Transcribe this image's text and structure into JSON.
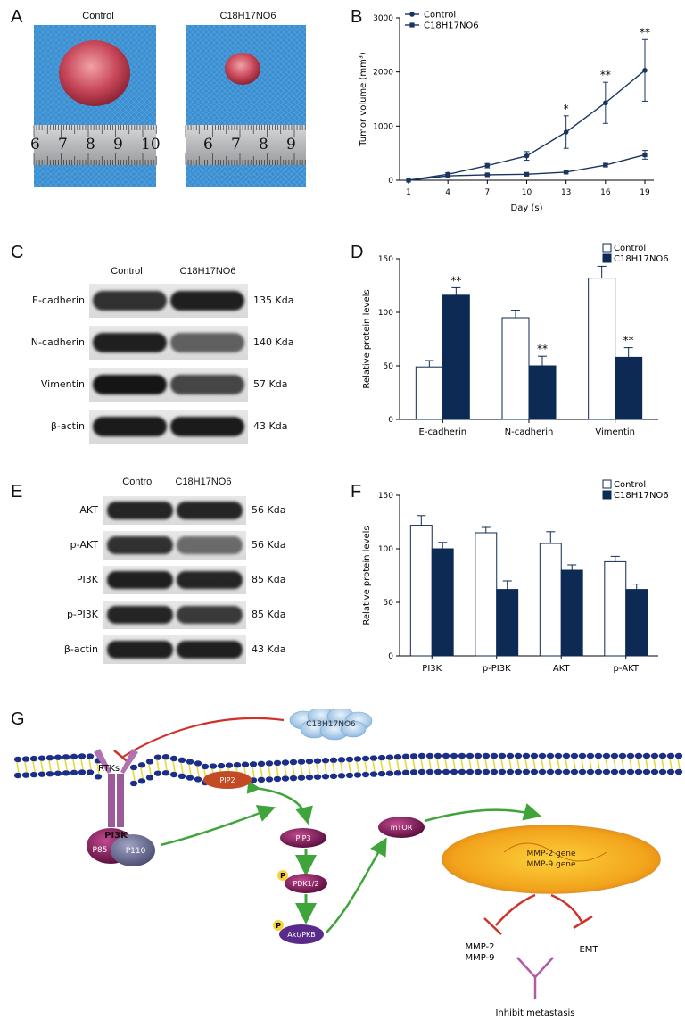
{
  "panels": {
    "A": "A",
    "B": "B",
    "C": "C",
    "D": "D",
    "E": "E",
    "F": "F",
    "G": "G"
  },
  "panelA": {
    "left_label": "Control",
    "right_label": "C18H17NO6",
    "ruler_left": [
      "6",
      "7",
      "8",
      "9",
      "10"
    ],
    "ruler_right": [
      "6",
      "7",
      "8",
      "9"
    ]
  },
  "chart_data": [
    {
      "id": "B",
      "type": "line",
      "xlabel": "Day (s)",
      "ylabel": "Tumor volume (mm³)",
      "x": [
        1,
        4,
        7,
        10,
        13,
        16,
        19
      ],
      "xlim": [
        1,
        19
      ],
      "ylim": [
        0,
        3000
      ],
      "yticks": [
        0,
        1000,
        2000,
        3000
      ],
      "series": [
        {
          "name": "Control",
          "marker": "circle",
          "color": "#1a3560",
          "values": [
            0,
            110,
            270,
            450,
            890,
            1430,
            2030
          ],
          "errors": [
            0,
            30,
            40,
            80,
            300,
            380,
            570
          ]
        },
        {
          "name": "C18H17NO6",
          "marker": "square",
          "color": "#1a3560",
          "values": [
            0,
            80,
            100,
            110,
            150,
            280,
            470
          ],
          "errors": [
            0,
            10,
            10,
            10,
            20,
            30,
            80
          ]
        }
      ],
      "annotations": [
        {
          "x": 13,
          "text": "*"
        },
        {
          "x": 16,
          "text": "**"
        },
        {
          "x": 19,
          "text": "**"
        }
      ],
      "legend": "top-left"
    },
    {
      "id": "D",
      "type": "bar",
      "ylabel": "Relative protein levels",
      "categories": [
        "E-cadherin",
        "N-cadherin",
        "Vimentin"
      ],
      "ylim": [
        0,
        150
      ],
      "yticks": [
        0,
        50,
        100,
        150
      ],
      "series": [
        {
          "name": "Control",
          "color": "#ffffff",
          "values": [
            49,
            95,
            132
          ],
          "errors": [
            6,
            7,
            11
          ]
        },
        {
          "name": "C18H17NO6",
          "color": "#0d2a55",
          "values": [
            116,
            50,
            58
          ],
          "errors": [
            7,
            9,
            9
          ]
        }
      ],
      "annotations": [
        "**",
        "**",
        "**"
      ],
      "legend": "top-right"
    },
    {
      "id": "F",
      "type": "bar",
      "ylabel": "Relative protein levels",
      "categories": [
        "PI3K",
        "p-PI3K",
        "AKT",
        "p-AKT"
      ],
      "ylim": [
        0,
        150
      ],
      "yticks": [
        0,
        50,
        100,
        150
      ],
      "series": [
        {
          "name": "Control",
          "color": "#ffffff",
          "values": [
            122,
            115,
            105,
            88
          ],
          "errors": [
            9,
            5,
            11,
            5
          ]
        },
        {
          "name": "C18H17NO6",
          "color": "#0d2a55",
          "values": [
            100,
            62,
            80,
            62
          ],
          "errors": [
            6,
            8,
            5,
            5
          ]
        }
      ],
      "legend": "top-right"
    }
  ],
  "panelC": {
    "headers": [
      "Control",
      "C18H17NO6"
    ],
    "rows": [
      {
        "label": "E-cadherin",
        "kda": "135 Kda"
      },
      {
        "label": "N-cadherin",
        "kda": "140 Kda"
      },
      {
        "label": "Vimentin",
        "kda": "57 Kda"
      },
      {
        "label": "β-actin",
        "kda": "43 Kda"
      }
    ]
  },
  "panelE": {
    "headers": [
      "Control",
      "C18H17NO6"
    ],
    "rows": [
      {
        "label": "AKT",
        "kda": "56 Kda"
      },
      {
        "label": "p-AKT",
        "kda": "56 Kda"
      },
      {
        "label": "PI3K",
        "kda": "85 Kda"
      },
      {
        "label": "p-PI3K",
        "kda": "85 Kda"
      },
      {
        "label": "β-actin",
        "kda": "43 Kda"
      }
    ]
  },
  "panelG": {
    "drug": "C18H17NO6",
    "rtks": "RTKs",
    "pi3k": "PI3K",
    "p85": "P85",
    "p110": "P110",
    "pip2": "PIP2",
    "pip3": "PIP3",
    "pdk": "PDK1/2",
    "akt": "Akt/PKB",
    "mtor": "mTOR",
    "p": "P",
    "gene1": "MMP-2 gene",
    "gene2": "MMP-9 gene",
    "mmp2": "MMP-2",
    "mmp9": "MMP-9",
    "emt": "EMT",
    "inhibit": "Inhibit metastasis"
  }
}
